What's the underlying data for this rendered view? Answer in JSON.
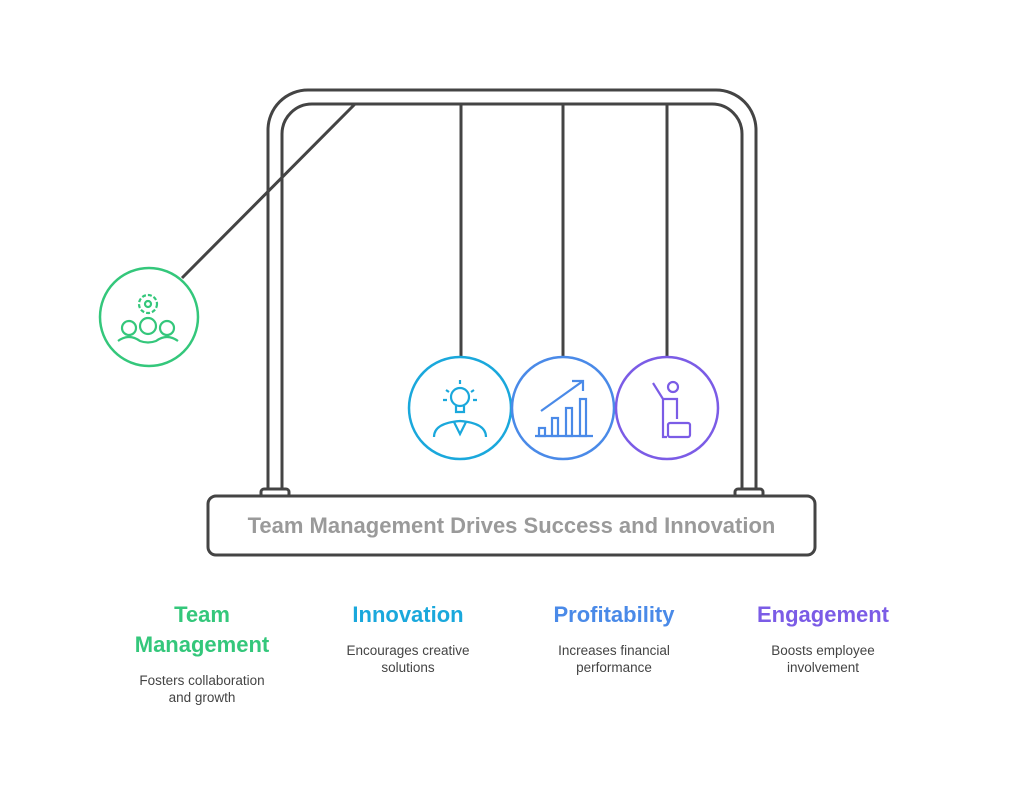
{
  "title": "Team Management Drives Success and Innovation",
  "items": [
    {
      "heading": "Team Management",
      "description": "Fosters collaboration and growth",
      "color": "#34c77b",
      "icon": "team-gear-icon"
    },
    {
      "heading": "Innovation",
      "description": "Encourages creative solutions",
      "color": "#1aa8dc",
      "icon": "lightbulb-person-icon"
    },
    {
      "heading": "Profitability",
      "description": "Increases financial performance",
      "color": "#4a8ae8",
      "icon": "growth-chart-icon"
    },
    {
      "heading": "Engagement",
      "description": "Boosts employee involvement",
      "color": "#7b5ce6",
      "icon": "raised-hand-person-icon"
    }
  ]
}
